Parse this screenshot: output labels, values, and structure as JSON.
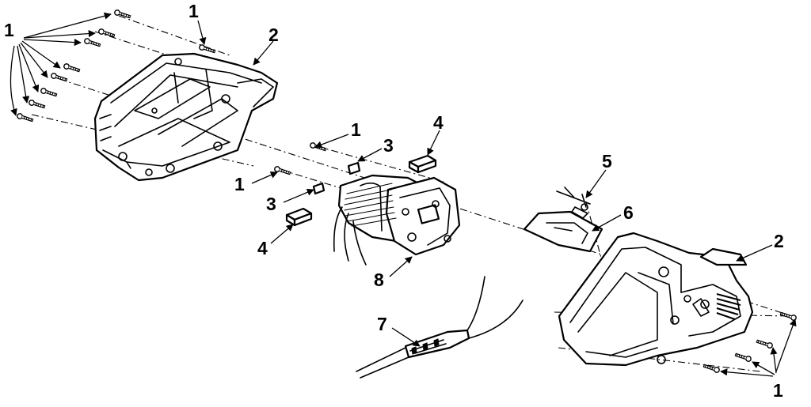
{
  "callouts": {
    "screws": "1",
    "housing_half": "2",
    "brush_clip": "3",
    "brush": "4",
    "switch": "5",
    "switch_plate": "6",
    "cord": "7",
    "motor": "8"
  }
}
